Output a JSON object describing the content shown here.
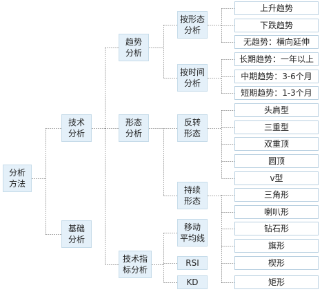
{
  "root": "分析\n方法",
  "level1": [
    {
      "key": "tech",
      "label": "技术\n分析"
    },
    {
      "key": "fund",
      "label": "基础\n分析"
    }
  ],
  "level2": [
    {
      "key": "trend",
      "label": "趋势\n分析"
    },
    {
      "key": "pattern",
      "label": "形态\n分析"
    },
    {
      "key": "indicator",
      "label": "技术指\n标分析"
    }
  ],
  "level3": [
    {
      "key": "by_pattern",
      "label": "按形态\n分析"
    },
    {
      "key": "by_time",
      "label": "按时间\n分析"
    },
    {
      "key": "reversal",
      "label": "反转\n形态"
    },
    {
      "key": "continuation",
      "label": "持续\n形态"
    },
    {
      "key": "ma",
      "label": "移动\n平均线"
    },
    {
      "key": "rsi",
      "label": "RSI"
    },
    {
      "key": "kd",
      "label": "KD"
    }
  ],
  "leaves": [
    {
      "key": "up",
      "label": "上升趋势"
    },
    {
      "key": "down",
      "label": "下跌趋势"
    },
    {
      "key": "none",
      "label": "无趋势：横向延伸"
    },
    {
      "key": "long",
      "label": "长期趋势：一年以上"
    },
    {
      "key": "mid",
      "label": "中期趋势：3-6个月"
    },
    {
      "key": "short",
      "label": "短期趋势：1-3个月"
    },
    {
      "key": "hs",
      "label": "头肩型"
    },
    {
      "key": "triple",
      "label": "三重型"
    },
    {
      "key": "double",
      "label": "双重顶"
    },
    {
      "key": "round",
      "label": "圆顶"
    },
    {
      "key": "v",
      "label": "v型"
    },
    {
      "key": "triangle",
      "label": "三角形"
    },
    {
      "key": "horn",
      "label": "喇叭形"
    },
    {
      "key": "diamond",
      "label": "钻石形"
    },
    {
      "key": "flag",
      "label": "旗形"
    },
    {
      "key": "wedge",
      "label": "楔形"
    },
    {
      "key": "rect",
      "label": "矩形"
    }
  ]
}
